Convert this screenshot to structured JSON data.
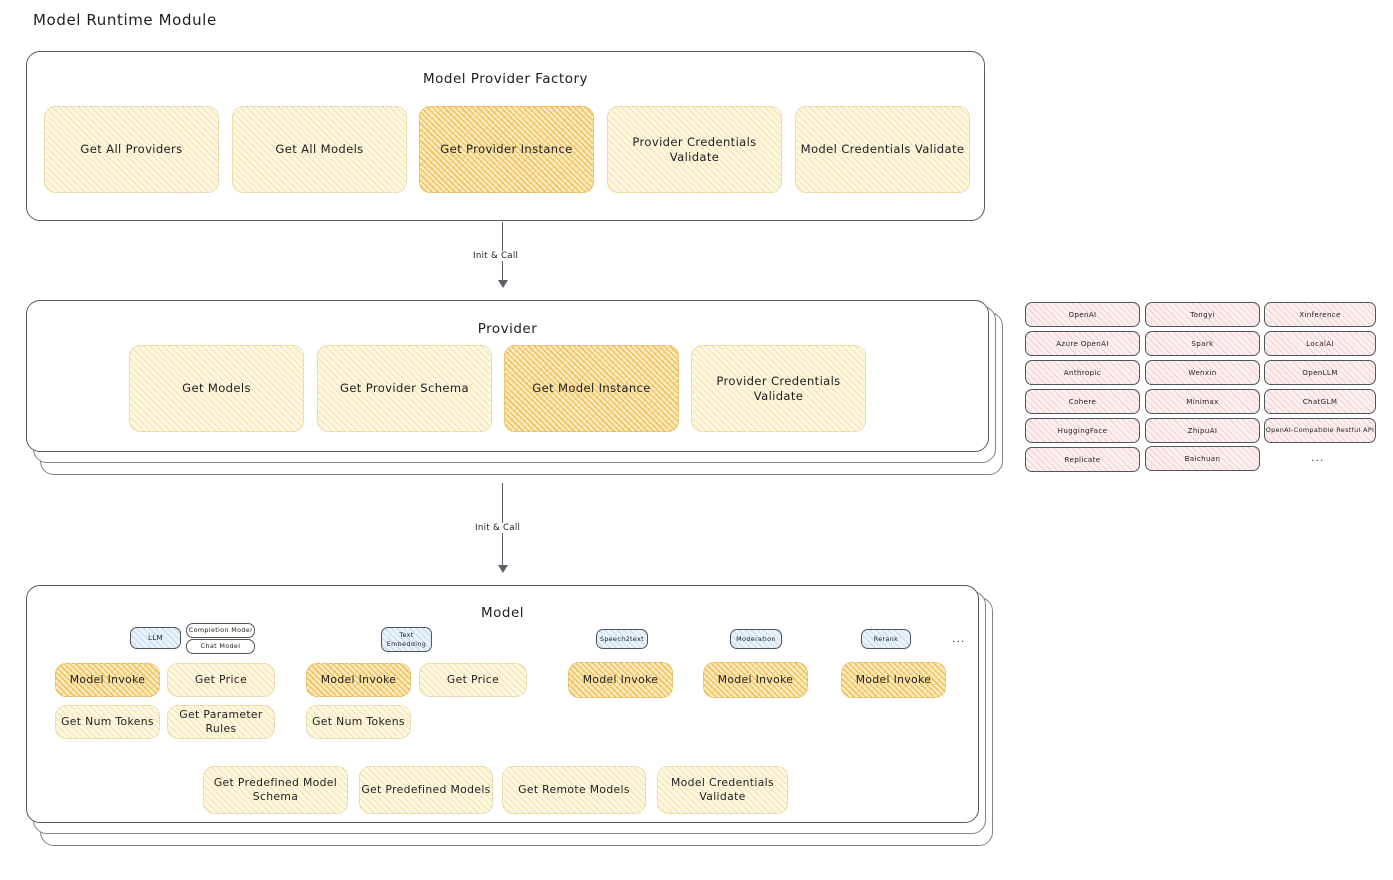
{
  "page": {
    "title": "Model Runtime Module"
  },
  "connectors": [
    {
      "label": "Init & Call"
    },
    {
      "label": "Init & Call"
    }
  ],
  "sections": {
    "factory": {
      "title": "Model Provider Factory",
      "nodes": [
        {
          "label": "Get All Providers",
          "highlight": false
        },
        {
          "label": "Get All Models",
          "highlight": false
        },
        {
          "label": "Get Provider Instance",
          "highlight": true
        },
        {
          "label": "Provider Credentials Validate",
          "highlight": false
        },
        {
          "label": "Model Credentials Validate",
          "highlight": false
        }
      ]
    },
    "provider": {
      "title": "Provider",
      "nodes": [
        {
          "label": "Get Models",
          "highlight": false
        },
        {
          "label": "Get Provider Schema",
          "highlight": false
        },
        {
          "label": "Get Model Instance",
          "highlight": true
        },
        {
          "label": "Provider Credentials Validate",
          "highlight": false
        }
      ]
    },
    "model": {
      "title": "Model",
      "ellipsis": "...",
      "types": [
        {
          "badge": "LLM",
          "sub": [
            "Completion Model",
            "Chat Model"
          ],
          "ops": [
            "Model Invoke",
            "Get Price",
            "Get Num Tokens",
            "Get Parameter Rules"
          ]
        },
        {
          "badge": "Text Embedding",
          "sub": [],
          "ops": [
            "Model Invoke",
            "Get Price",
            "Get Num Tokens"
          ]
        },
        {
          "badge": "Speech2text",
          "sub": [],
          "ops": [
            "Model Invoke"
          ]
        },
        {
          "badge": "Moderation",
          "sub": [],
          "ops": [
            "Model Invoke"
          ]
        },
        {
          "badge": "Rerank",
          "sub": [],
          "ops": [
            "Model Invoke"
          ]
        }
      ],
      "common_ops": [
        "Get Predefined Model Schema",
        "Get Predefined Models",
        "Get Remote Models",
        "Model Credentials Validate"
      ]
    },
    "providers_list": {
      "ellipsis": "...",
      "columns": [
        [
          "OpenAI",
          "Azure OpenAI",
          "Anthropic",
          "Cohere",
          "HuggingFace",
          "Replicate"
        ],
        [
          "Tongyi",
          "Spark",
          "Wenxin",
          "Minimax",
          "ZhipuAI",
          "Baichuan"
        ],
        [
          "Xinference",
          "LocalAI",
          "OpenLLM",
          "ChatGLM",
          "OpenAI-Compatible Restful API"
        ]
      ]
    }
  },
  "colors": {
    "node_fill_light": "#fdf7e3",
    "node_fill_highlight": "#fbeec4",
    "provider_chip_fill": "#fdf0f0",
    "badge_fill": "#eaf3fb",
    "stroke": "#555b63",
    "text": "#1e1e1e"
  }
}
